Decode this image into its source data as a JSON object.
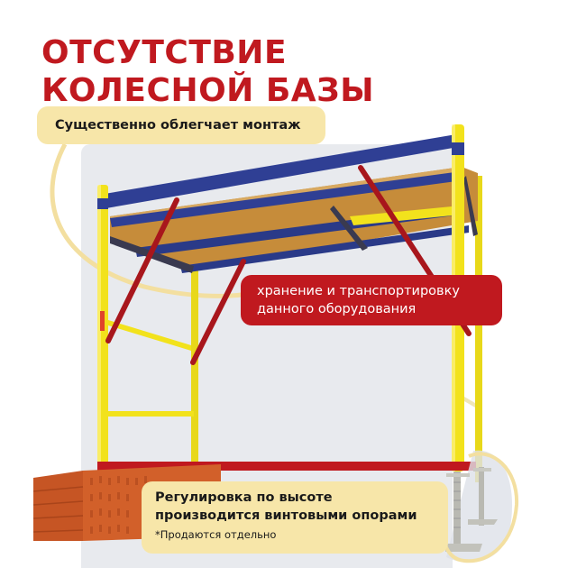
{
  "headline": {
    "line1": "ОТСУТСТВИЕ",
    "line2": "КОЛЕСНОЙ БАЗЫ"
  },
  "callouts": {
    "top": {
      "text": "Существенно облегчает монтаж"
    },
    "middle": {
      "line1": "хранение и транспортировку",
      "line2": "данного оборудования"
    },
    "bottom": {
      "line1": "Регулировка по высоте",
      "line2": "производится винтовыми опорами",
      "note": "*Продаются отдельно"
    }
  },
  "colors": {
    "accent_red": "#c0191f",
    "callout_yellow": "#f7e6a9",
    "panel_grey": "#e8eaee",
    "scaffold_yellow": "#f2e21c",
    "scaffold_blue": "#2f3f94",
    "brace_red": "#a8161c",
    "plank_wood": "#c9913f",
    "brick_orange": "#d2602a"
  },
  "illustration": {
    "subject": "scaffold-tower-without-wheels",
    "elements": [
      "yellow-frames",
      "blue-guardrail",
      "wooden-deck",
      "red-cross-braces",
      "screw-jack-feet",
      "clay-brick-block"
    ]
  }
}
